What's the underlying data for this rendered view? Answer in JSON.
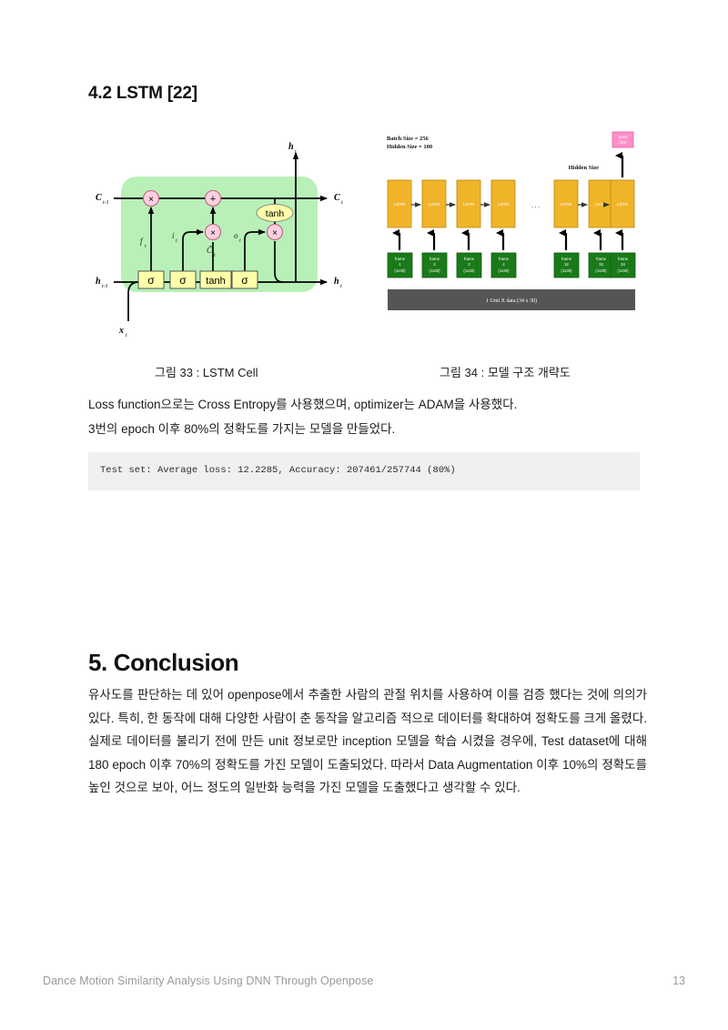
{
  "document": {
    "section_subheading": "4.2 LSTM [22]",
    "section_heading": "5. Conclusion"
  },
  "figures": {
    "lstm_cell": {
      "caption": "그림 33 : LSTM Cell",
      "inputs": {
        "cell_prev": "C",
        "cell_prev_sub": "t-1",
        "hidden_prev": "h",
        "hidden_prev_sub": "t-1",
        "input": "x",
        "input_sub": "t"
      },
      "outputs": {
        "cell": "C",
        "cell_sub": "t",
        "hidden": "h",
        "hidden_sub": "t",
        "hidden_top": "h",
        "hidden_top_sub": "t"
      },
      "gates": [
        {
          "name": "forget-gate",
          "activation": "σ",
          "label": "f",
          "label_sub": "t"
        },
        {
          "name": "input-gate",
          "activation": "σ",
          "label": "i",
          "label_sub": "t"
        },
        {
          "name": "candidate-gate",
          "activation": "tanh",
          "label": "C̃",
          "label_sub": "t"
        },
        {
          "name": "output-gate",
          "activation": "σ",
          "label": "o",
          "label_sub": "t"
        }
      ],
      "operators": [
        "×",
        "+",
        "×",
        "×"
      ],
      "tanh_node": "tanh"
    },
    "model_architecture": {
      "caption": "그림 34 : 모델 구조 개략도",
      "hyperparams": [
        "Batch Size = 256",
        "Hidden Size = 100"
      ],
      "hidden_size_label": "Hidden Size",
      "pred_box": "pred (30)",
      "lstm_cell_label": "LSTM",
      "ellipsis": "...",
      "frames": [
        {
          "line1": "frame",
          "line2": "1",
          "line3": "(1x30)"
        },
        {
          "line1": "frame",
          "line2": "2",
          "line3": "(1x30)"
        },
        {
          "line1": "frame",
          "line2": "3",
          "line3": "(1x30)"
        },
        {
          "line1": "frame",
          "line2": "4",
          "line3": "(1x30)"
        },
        {
          "line1": "frame",
          "line2": "32",
          "line3": "(1x30)"
        },
        {
          "line1": "frame",
          "line2": "33",
          "line3": "(1x30)"
        },
        {
          "line1": "frame",
          "line2": "34",
          "line3": "(1x30)"
        }
      ],
      "data_bar": "1 Unit X data (34 x 30)"
    }
  },
  "body": {
    "paragraph_1": "Loss function으로는 Cross Entropy를 사용했으며, optimizer는 ADAM을 사용했다.",
    "paragraph_2": "3번의 epoch 이후 80%의 정확도를 가지는 모델을 만들었다.",
    "code_output": "Test set: Average loss: 12.2285, Accuracy: 207461/257744 (80%)",
    "conclusion": "유사도를 판단하는 데 있어 openpose에서 추출한 사람의 관절 위치를 사용하여 이를 검증 했다는 것에 의의가 있다. 특히, 한 동작에 대해 다양한 사람이 춘 동작을 알고리즘 적으로 데이터를 확대하여 정확도를 크게 올렸다. 실제로 데이터를 불리기 전에 만든 unit 정보로만 inception 모델을 학습 시켰을 경우에, Test dataset에 대해 180 epoch 이후 70%의 정확도를 가진 모델이 도출되었다. 따라서 Data Augmentation 이후 10%의 정확도를 높인 것으로 보아, 어느 정도의 일반화 능력을 가진 모델을 도출했다고 생각할 수 있다."
  },
  "footer": {
    "title": "Dance Motion Similarity Analysis Using DNN Through Openpose",
    "page_number": "13"
  },
  "colors": {
    "cell_background": "#b8f0b8",
    "gate_box": "#ffffaa",
    "operator_circle": "#ffd0e0",
    "tanh_ellipse": "#ffffaa",
    "lstm_block": "#f0b429",
    "frame_block": "#1a7a1a",
    "pred_block": "#ff8fc8",
    "data_bar": "#555555",
    "code_bg": "#f0f0f0",
    "footer_text": "#9a9a9a"
  }
}
